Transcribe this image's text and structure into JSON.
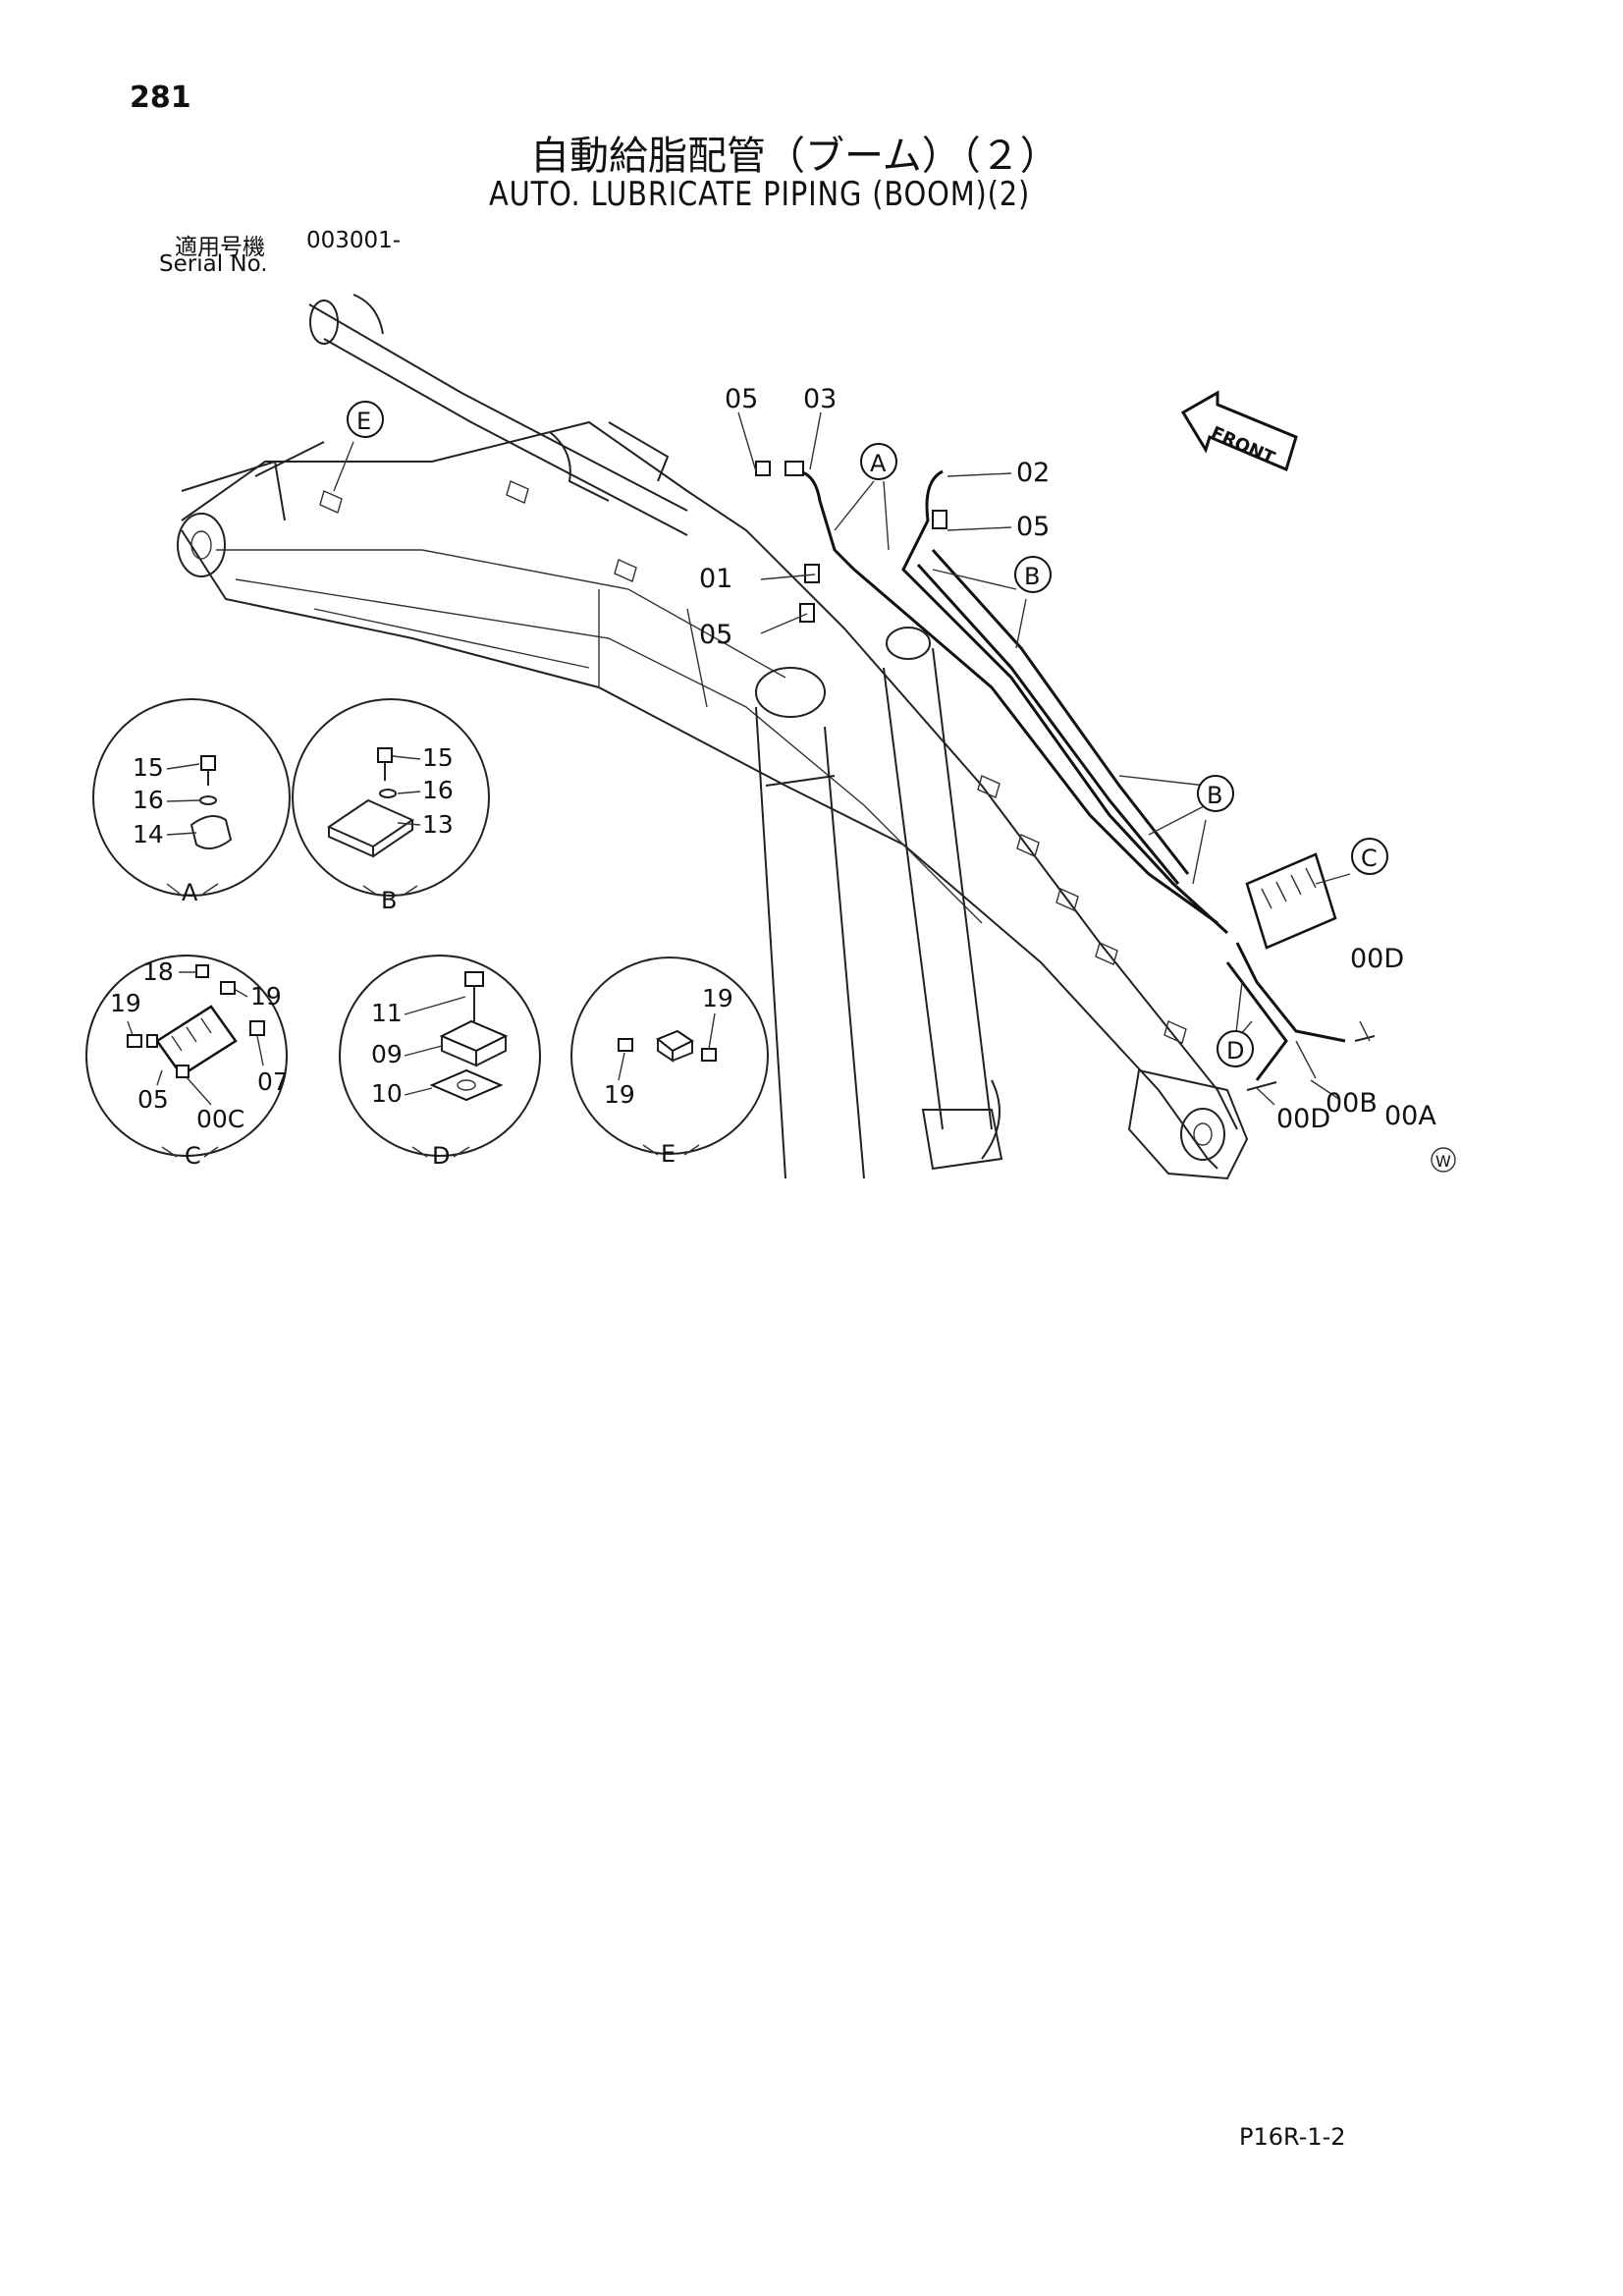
{
  "header": {
    "page_number": "281",
    "title_jp": "自動給脂配管（ブーム）（２）",
    "title_en": "AUTO. LUBRICATE PIPING (BOOM)(2)",
    "serial_label_jp": "適用号機",
    "serial_range": "003001-",
    "serial_label_en": "Serial No."
  },
  "footer": {
    "page_code": "P16R-1-2"
  },
  "callouts": {
    "main": {
      "c05a": "05",
      "c03": "03",
      "c02": "02",
      "c05b": "05",
      "c01": "01",
      "c05c": "05",
      "c00d_a": "00D",
      "c00a": "00A",
      "c00b": "00B",
      "c00d_b": "00D",
      "front": "FRONT",
      "w_mark": "W",
      "ref_a": "A",
      "ref_b1": "B",
      "ref_b2": "B",
      "ref_c": "C",
      "ref_d": "D",
      "ref_e": "E"
    },
    "detail_a": {
      "label": "A",
      "p15": "15",
      "p16": "16",
      "p14": "14"
    },
    "detail_b": {
      "label": "B",
      "p15": "15",
      "p16": "16",
      "p13": "13"
    },
    "detail_c": {
      "label": "C",
      "p18": "18",
      "p19a": "19",
      "p19b": "19",
      "p05": "05",
      "p00c": "00C",
      "p07": "07"
    },
    "detail_d": {
      "label": "D",
      "p11": "11",
      "p09": "09",
      "p10": "10"
    },
    "detail_e": {
      "label": "E",
      "p19a": "19",
      "p19b": "19"
    }
  }
}
